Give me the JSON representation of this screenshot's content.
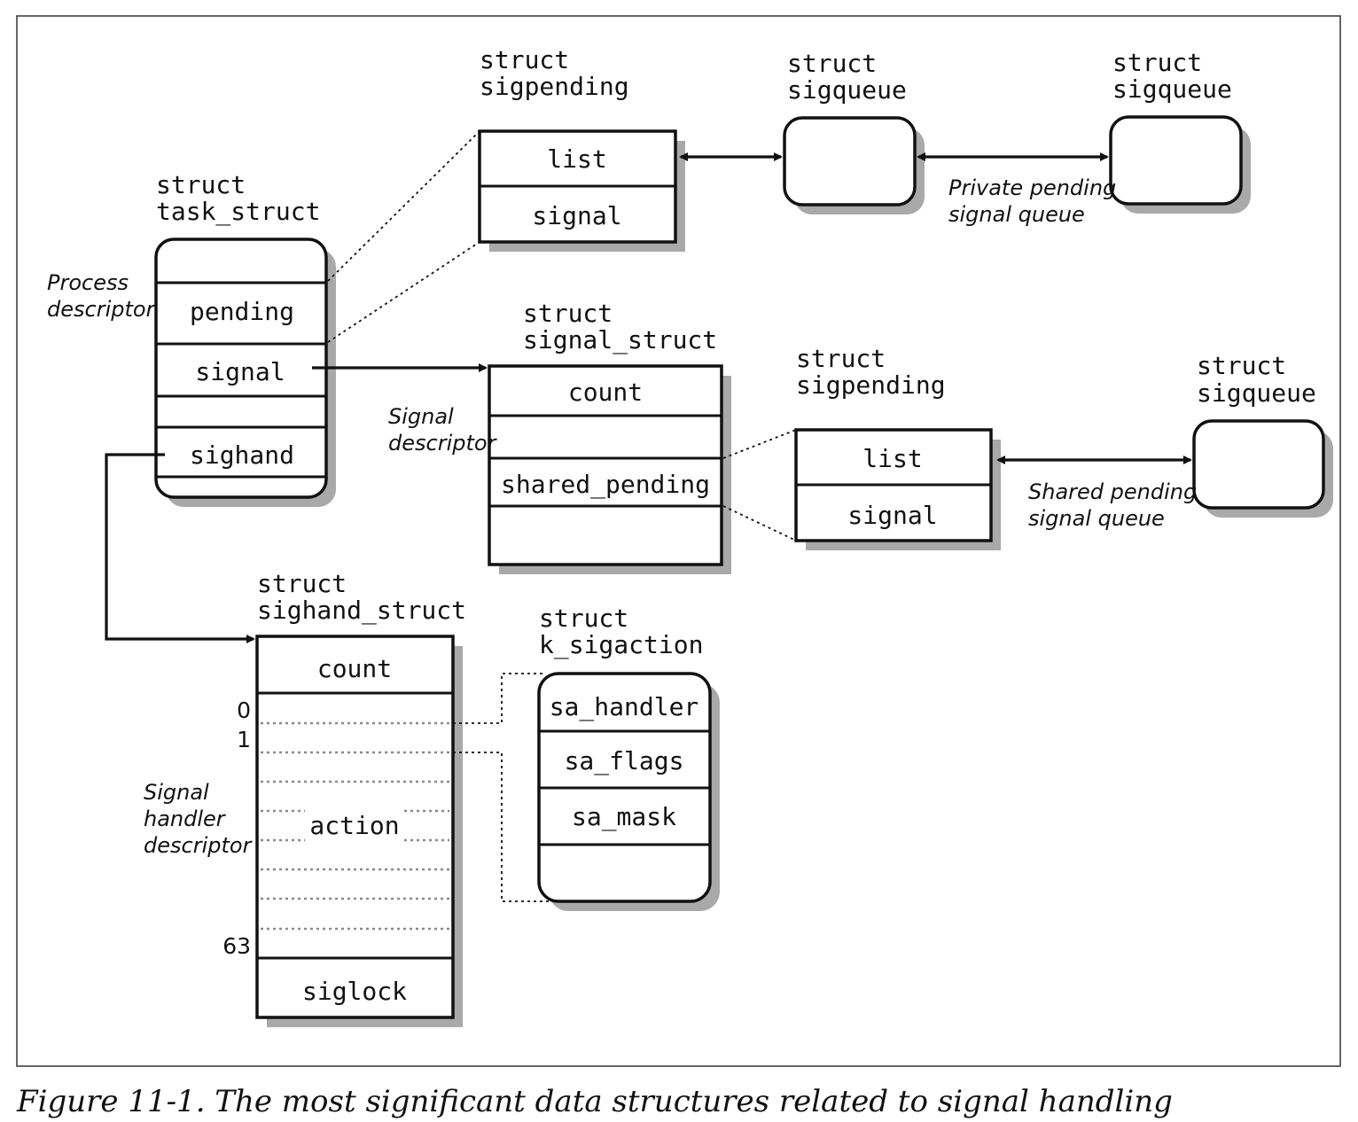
{
  "figure": {
    "caption": "Figure 11-1. The most significant data structures related to signal handling"
  },
  "task_struct": {
    "header": [
      "struct",
      "task_struct"
    ],
    "fields": [
      "pending",
      "signal",
      "",
      "sighand"
    ],
    "note": [
      "Process",
      "descriptor"
    ]
  },
  "sigpending_private": {
    "header": [
      "struct",
      "sigpending"
    ],
    "fields": [
      "list",
      "signal"
    ]
  },
  "sigqueue_1": {
    "header": [
      "struct",
      "sigqueue"
    ]
  },
  "sigqueue_2": {
    "header": [
      "struct",
      "sigqueue"
    ]
  },
  "private_queue_note": [
    "Private pending",
    "signal queue"
  ],
  "signal_struct": {
    "header": [
      "struct",
      "signal_struct"
    ],
    "fields": [
      "count",
      "",
      "shared_pending",
      ""
    ],
    "note": [
      "Signal",
      "descriptor"
    ]
  },
  "sigpending_shared": {
    "header": [
      "struct",
      "sigpending"
    ],
    "fields": [
      "list",
      "signal"
    ]
  },
  "sigqueue_3": {
    "header": [
      "struct",
      "sigqueue"
    ]
  },
  "shared_queue_note": [
    "Shared pending",
    "signal queue"
  ],
  "sighand_struct": {
    "header": [
      "struct",
      "sighand_struct"
    ],
    "fields": [
      "count",
      "action",
      "siglock"
    ],
    "indices": [
      "0",
      "1",
      "63"
    ],
    "note": [
      "Signal",
      "handler",
      "descriptor"
    ]
  },
  "k_sigaction": {
    "header": [
      "struct",
      "k_sigaction"
    ],
    "fields": [
      "sa_handler",
      "sa_flags",
      "sa_mask",
      ""
    ]
  }
}
